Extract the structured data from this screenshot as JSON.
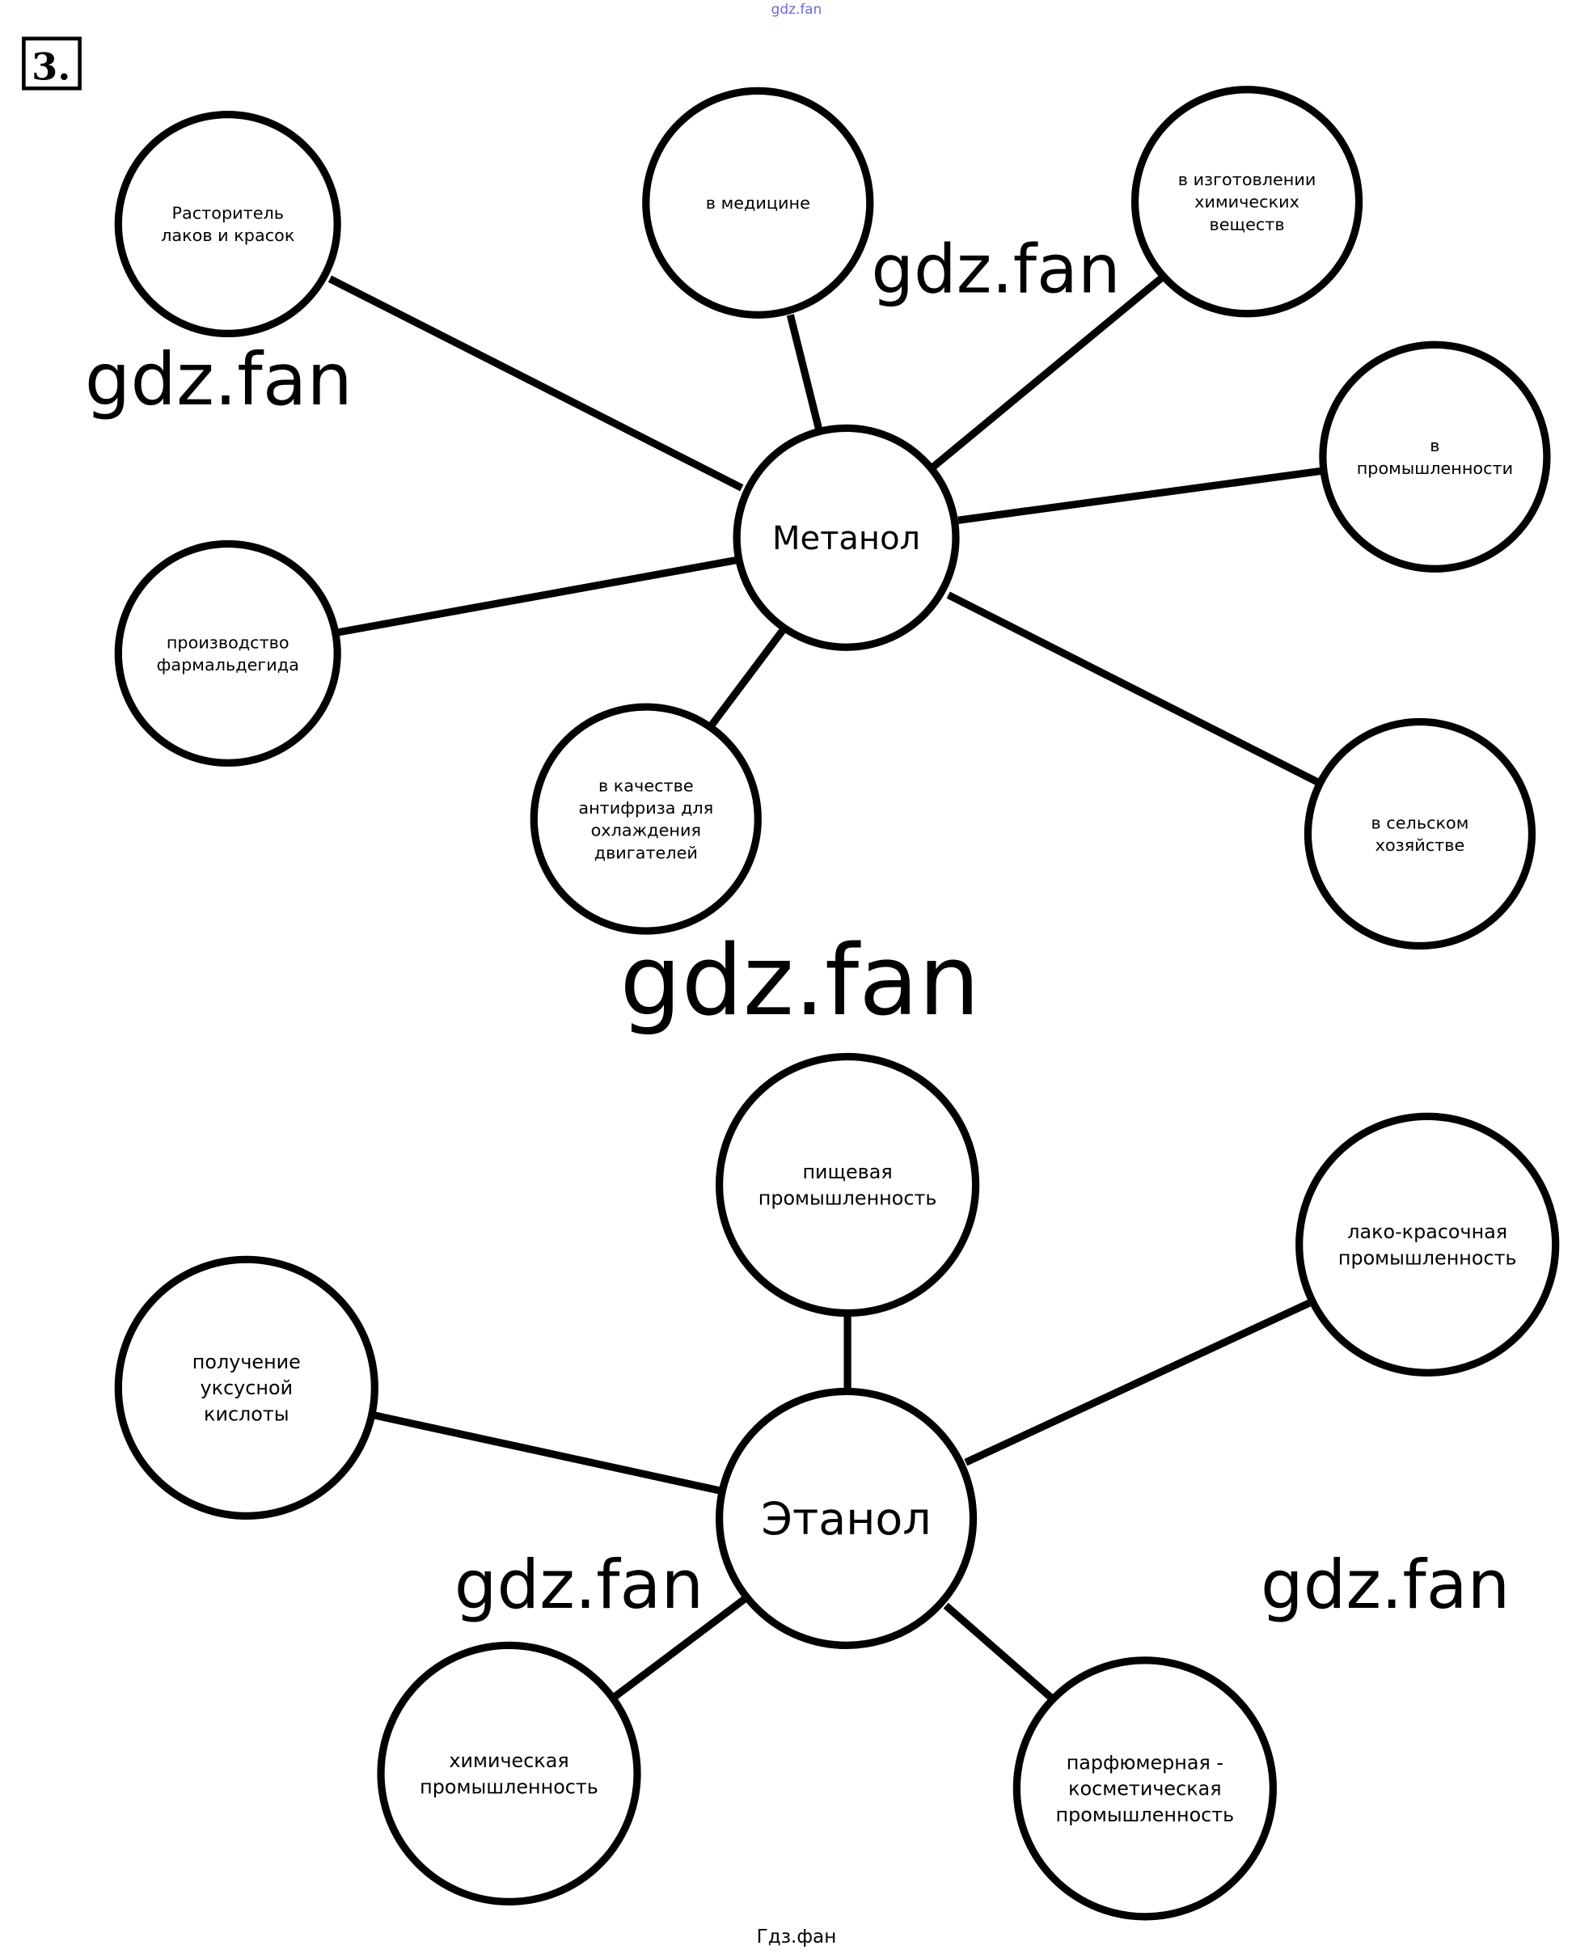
{
  "task_number": "3.",
  "top_watermark": "gdz.fan",
  "footer": "Гдз.фан",
  "watermarks": [
    "gdz.fan",
    "gdz.fan",
    "gdz.fan",
    "gdz.fan",
    "gdz.fan"
  ],
  "methanol": {
    "center": "Метанол",
    "nodes": [
      [
        "Расторитель",
        "лаков и красок"
      ],
      [
        "в медицине"
      ],
      [
        "в изготовлении",
        "химических",
        "веществ"
      ],
      [
        "в",
        "промышленности"
      ],
      [
        "производство",
        "фармальдегида"
      ],
      [
        "в качестве",
        "антифриза для",
        "охлаждения",
        "двигателей"
      ],
      [
        "в сельском",
        "хозяйстве"
      ]
    ]
  },
  "ethanol": {
    "center": "Этанол",
    "nodes": [
      [
        "пищевая",
        "промышленность"
      ],
      [
        "лако-красочная",
        "промышленность"
      ],
      [
        "получение",
        "уксусной",
        "кислоты"
      ],
      [
        "химическая",
        "промышленность"
      ],
      [
        "парфюмерная -",
        "косметическая",
        "промышленность"
      ]
    ]
  }
}
